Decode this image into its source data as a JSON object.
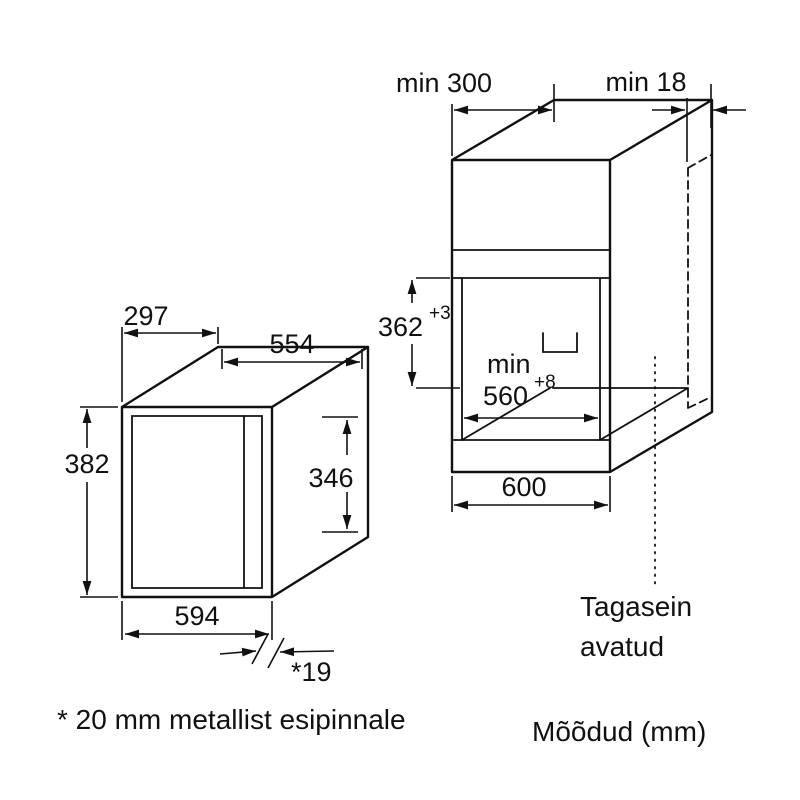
{
  "appliance": {
    "depth_top": "297",
    "width_top": "554",
    "height_front": "382",
    "height_side": "346",
    "width_bottom": "594",
    "front_protrusion": "*19"
  },
  "niche": {
    "min_depth": "min 300",
    "min_rear_gap": "min 18",
    "height_value": "362",
    "height_tolerance": "+3",
    "width_prefix": "min",
    "width_value": "560",
    "width_tolerance": "+8",
    "cabinet_width": "600",
    "rear_note_line1": "Tagasein",
    "rear_note_line2": "avatud"
  },
  "notes": {
    "footnote": "* 20 mm metallist esipinnale",
    "units": "Mõõdud (mm)"
  }
}
